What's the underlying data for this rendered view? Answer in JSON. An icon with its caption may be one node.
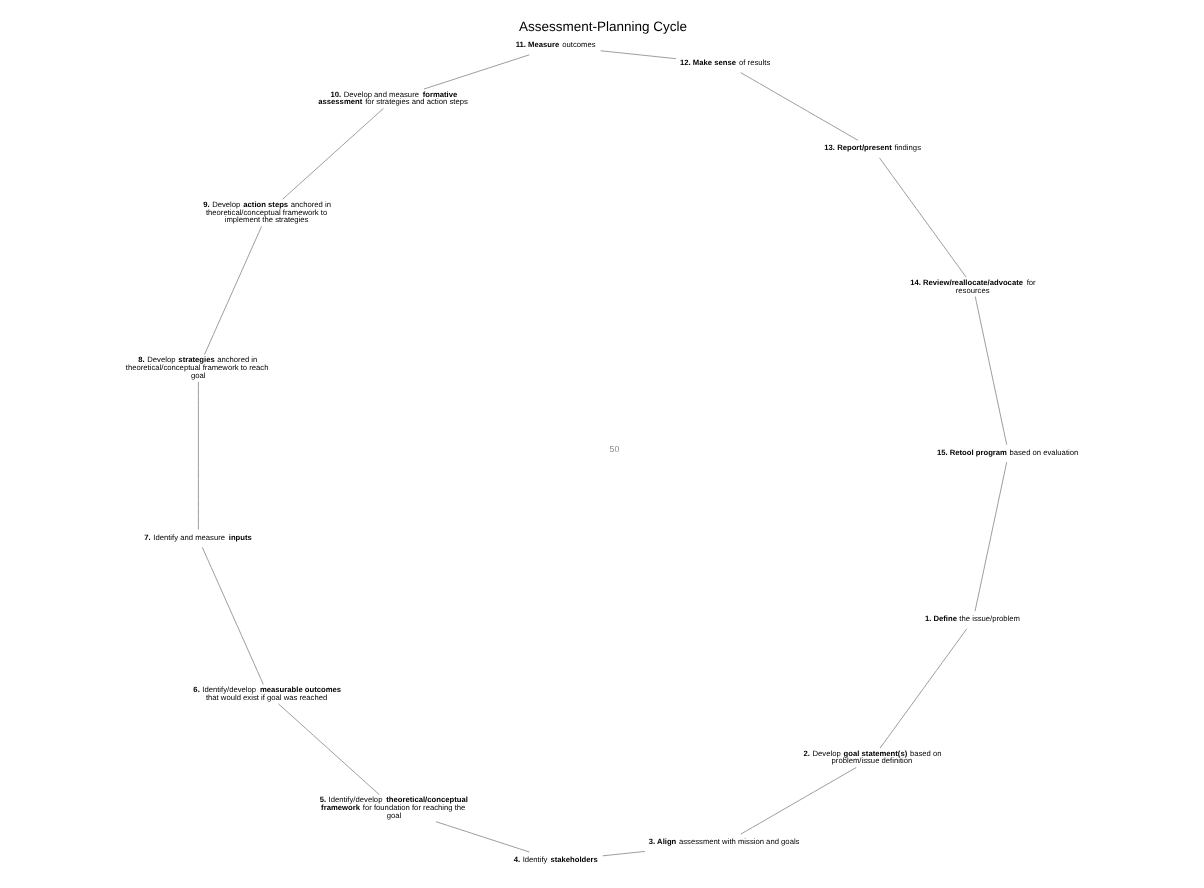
{
  "diagram": {
    "title": "Assessment-Planning Cycle",
    "nodes": [
      {
        "text": [
          "**1. Define** the issue/problem"
        ]
      },
      {
        "text": [
          "**2.** Develop **goal statement(s)** based on problem/issue definition"
        ]
      },
      {
        "text": [
          "**3. Align** assessment with mission and goals"
        ]
      },
      {
        "text": [
          "**4.** Identify **stakeholders**"
        ]
      },
      {
        "text": [
          "**5.** Identify/develop **theoretical/conceptual framework** for foundation for reaching the goal"
        ]
      },
      {
        "text": [
          "**6.** Identify/develop **measurable outcomes** that would exist if goal was reached"
        ]
      },
      {
        "text": [
          "**7.** Identify and measure **inputs**"
        ]
      },
      {
        "text": [
          "**8.** Develop **strategies** anchored in theoretical/conceptual framework to reach goal"
        ]
      },
      {
        "text": [
          "**9.** Develop **action steps** anchored in theoretical/conceptual framework to implement the strategies"
        ]
      },
      {
        "text": [
          "**10.** Develop and measure **formative assessment** for strategies and action steps"
        ]
      },
      {
        "text": [
          "**11. Measure** outcomes"
        ]
      },
      {
        "text": [
          "**12. Make sense** of results"
        ]
      },
      {
        "text": [
          "**13. Report/present** findings"
        ]
      },
      {
        "text": [
          "**14. Review/reallocate/advocate** for resources"
        ]
      },
      {
        "text": [
          "**15. Retool program** based on evaluation"
        ]
      }
    ],
    "edges": [
      {
        "from": 0,
        "to": 1,
        "arrow": "none"
      },
      {
        "from": 1,
        "to": 2,
        "arrow": "none"
      },
      {
        "from": 2,
        "to": 3,
        "arrow": "none"
      },
      {
        "from": 3,
        "to": 4,
        "arrow": "none"
      },
      {
        "from": 4,
        "to": 5,
        "arrow": "none"
      },
      {
        "from": 5,
        "to": 6,
        "arrow": "none"
      },
      {
        "from": 6,
        "to": 7,
        "arrow": "none"
      },
      {
        "from": 7,
        "to": 8,
        "arrow": "none"
      },
      {
        "from": 8,
        "to": 9,
        "arrow": "none"
      },
      {
        "from": 9,
        "to": 10,
        "arrow": "none"
      },
      {
        "from": 10,
        "to": 11,
        "arrow": "none"
      },
      {
        "from": 11,
        "to": 12,
        "arrow": "none"
      },
      {
        "from": 12,
        "to": 13,
        "arrow": "none"
      },
      {
        "from": 13,
        "to": 14,
        "arrow": "none"
      },
      {
        "from": 14,
        "to": 0,
        "arrow": "none"
      }
    ],
    "labels": [
      "50"
    ]
  }
}
